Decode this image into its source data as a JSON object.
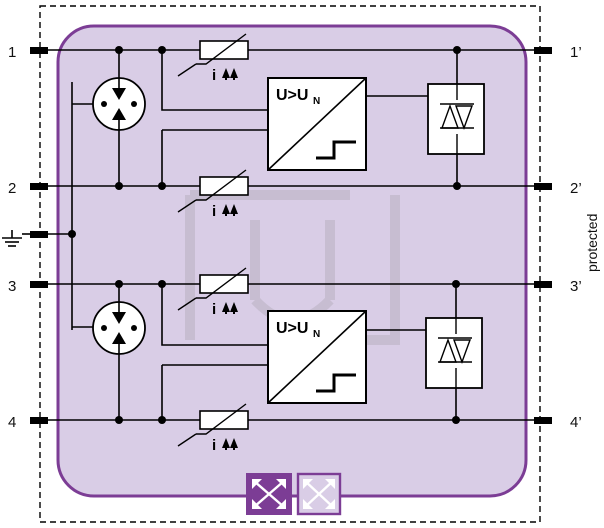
{
  "terminals": {
    "in_1": "1",
    "in_2": "2",
    "in_3": "3",
    "in_4": "4",
    "out_1": "1’",
    "out_2": "2’",
    "out_3": "3’",
    "out_4": "4’"
  },
  "side_label": "protected",
  "comparator": {
    "main": "U>U",
    "sub": "N"
  },
  "current_label": "i",
  "colors": {
    "housing_fill": "#d9cde6",
    "housing_stroke": "#7c3d95",
    "accent": "#7c3d95"
  },
  "icons": [
    "ground-icon",
    "gas-discharge-tube-icon",
    "varistor-icon",
    "tvs-diode-icon",
    "step-icon",
    "arrows-icon",
    "expand-arrows-icon"
  ]
}
